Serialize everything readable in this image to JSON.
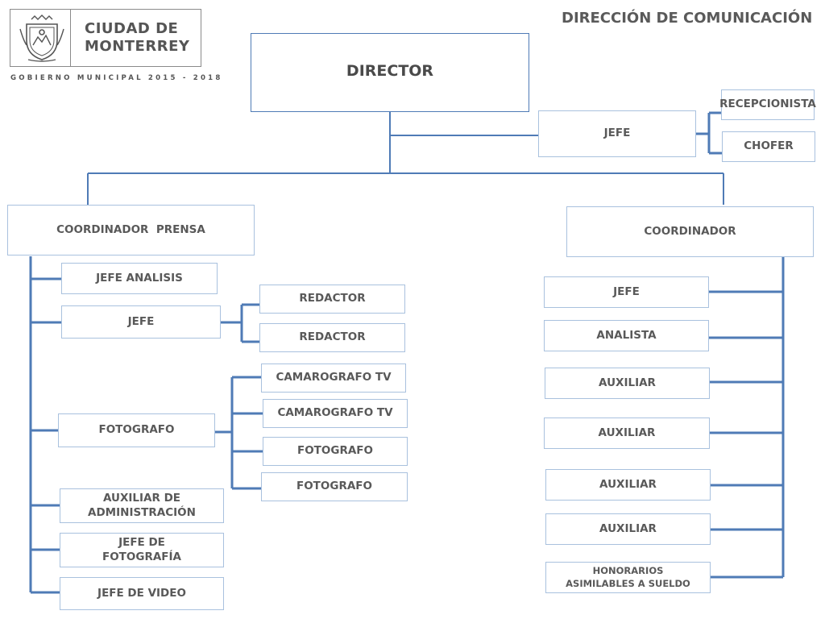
{
  "header": {
    "logo_name_line1": "CIUDAD DE",
    "logo_name_line2": "MONTERREY",
    "logo_subtitle": "GOBIERNO MUNICIPAL 2015 - 2018",
    "title": "DIRECCIÓN DE COMUNICACIÓN"
  },
  "colors": {
    "connector": "#4f7bb6",
    "text": "#595959",
    "border": "#4f7bb6"
  },
  "top": {
    "director": "DIRECTOR",
    "jefe": "JEFE",
    "recepcionista": "RECEPCIONISTA",
    "chofer": "CHOFER"
  },
  "left": {
    "coordinator": "COORDINADOR  PRENSA",
    "jefe_analisis": "JEFE ANALISIS",
    "jefe": "JEFE",
    "redactor_1": "REDACTOR",
    "redactor_2": "REDACTOR",
    "fotografo": "FOTOGRAFO",
    "camarografo_1": "CAMAROGRAFO TV",
    "camarografo_2": "CAMAROGRAFO TV",
    "fotografo_1": "FOTOGRAFO",
    "fotografo_2": "FOTOGRAFO",
    "aux_admin_1": "AUXILIAR DE",
    "aux_admin_2": "ADMINISTRACIÓN",
    "jefe_foto_1": "JEFE DE",
    "jefe_foto_2": "FOTOGRAFÍA",
    "jefe_video": "JEFE DE VIDEO"
  },
  "right": {
    "coordinator": "COORDINADOR",
    "jefe": "JEFE",
    "analista": "ANALISTA",
    "auxiliar_1": "AUXILIAR",
    "auxiliar_2": "AUXILIAR",
    "auxiliar_3": "AUXILIAR",
    "auxiliar_4": "AUXILIAR",
    "honorarios_1": "HONORARIOS",
    "honorarios_2": "ASIMILABLES A SUELDO"
  }
}
